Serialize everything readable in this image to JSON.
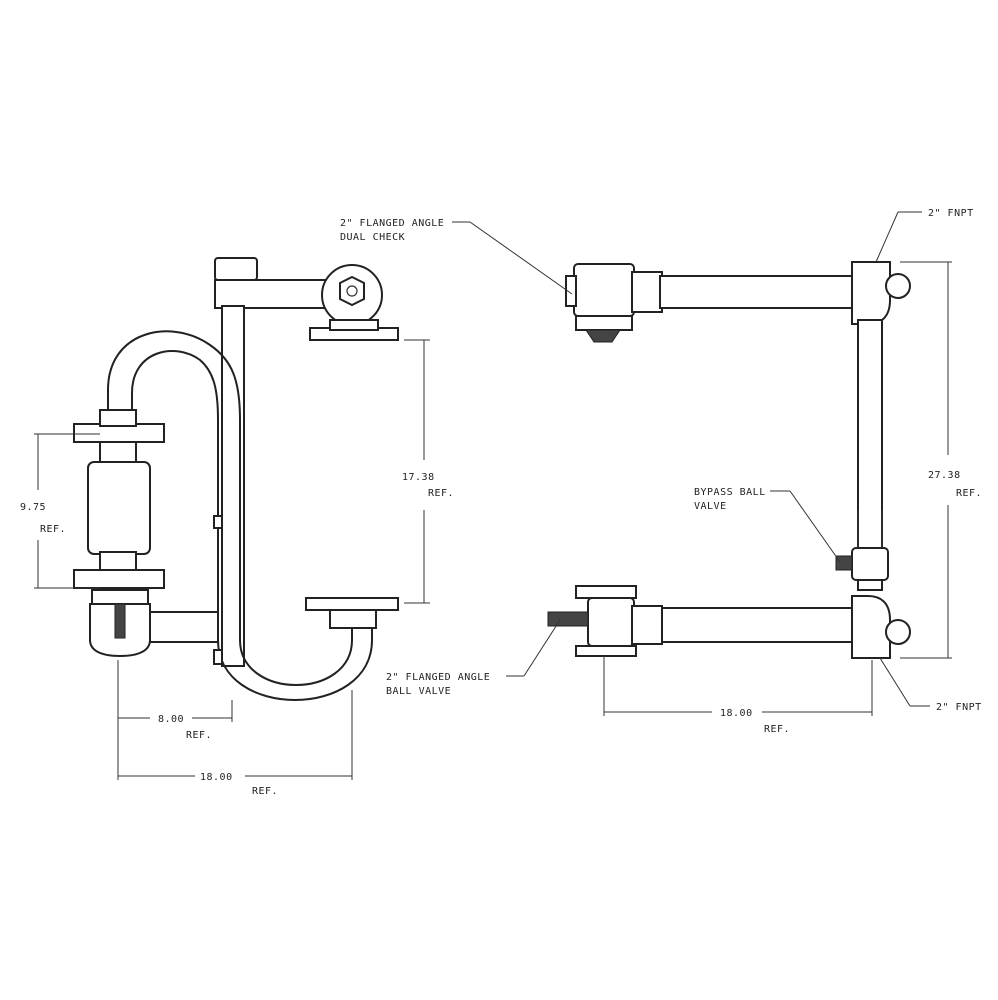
{
  "labels": {
    "dual_check_1": "2\" FLANGED ANGLE",
    "dual_check_2": "DUAL CHECK",
    "fnpt_top": "2\" FNPT",
    "fnpt_bottom": "2\" FNPT",
    "bypass_1": "BYPASS BALL",
    "bypass_2": "VALVE",
    "ball_valve_1": "2\" FLANGED ANGLE",
    "ball_valve_2": "BALL VALVE"
  },
  "dimensions": {
    "d_9_75": "9.75",
    "d_9_75_ref": "REF.",
    "d_17_38": "17.38",
    "d_17_38_ref": "REF.",
    "d_8_00": "8.00",
    "d_8_00_ref": "REF.",
    "d_18_00_left": "18.00",
    "d_18_00_left_ref": "REF.",
    "d_27_38": "27.38",
    "d_27_38_ref": "REF.",
    "d_18_00_right": "18.00",
    "d_18_00_right_ref": "REF."
  }
}
